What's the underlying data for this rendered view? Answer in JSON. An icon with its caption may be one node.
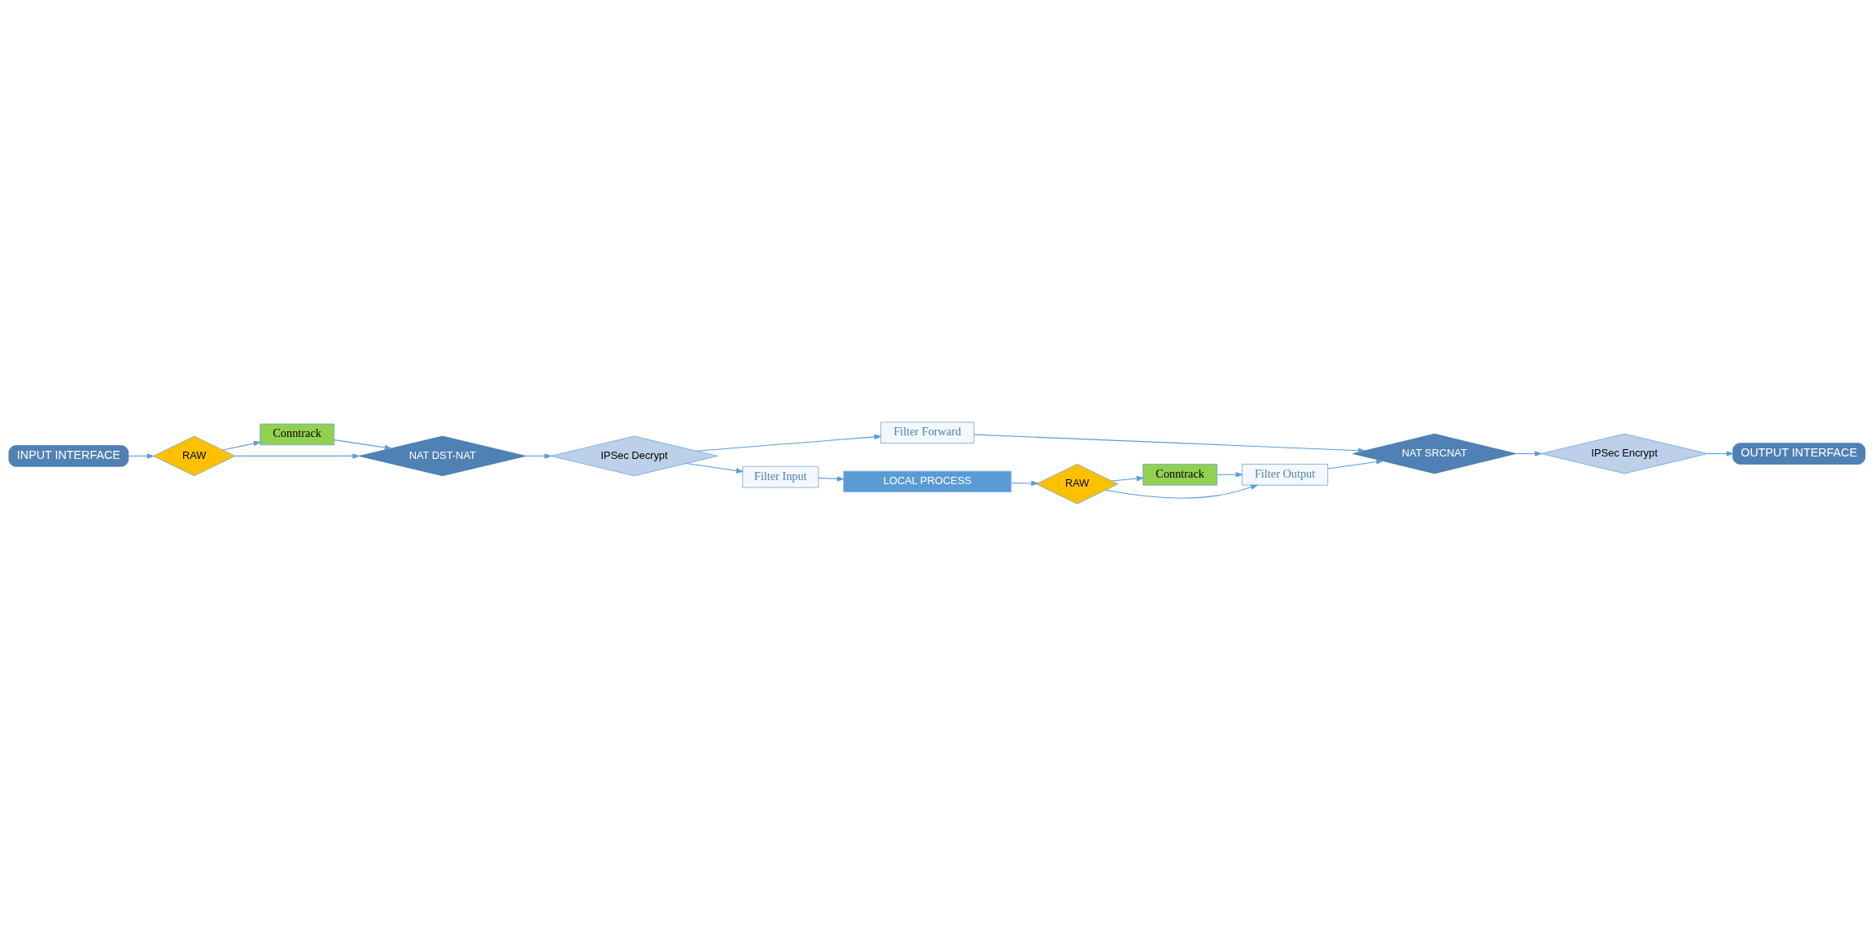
{
  "diagram": {
    "nodes": [
      {
        "text": [
          "INPUT INTERFACE"
        ]
      },
      {
        "text": [
          "RAW"
        ]
      },
      {
        "text": [
          "Conntrack"
        ]
      },
      {
        "text": [
          "NAT DST-NAT"
        ]
      },
      {
        "text": [
          "IPSec Decrypt"
        ]
      },
      {
        "text": [
          "Filter Forward"
        ]
      },
      {
        "text": [
          "Filter Input"
        ]
      },
      {
        "text": [
          "LOCAL PROCESS"
        ]
      },
      {
        "text": [
          "RAW"
        ]
      },
      {
        "text": [
          "Conntrack"
        ]
      },
      {
        "text": [
          "Filter Output"
        ]
      },
      {
        "text": [
          "NAT SRCNAT"
        ]
      },
      {
        "text": [
          "IPSec Encrypt"
        ]
      },
      {
        "text": [
          "OUTPUT INTERFACE"
        ]
      }
    ],
    "edges": [
      {
        "from": 0,
        "to": 1,
        "arrow": "to"
      },
      {
        "from": 1,
        "to": 2,
        "arrow": "to"
      },
      {
        "from": 1,
        "to": 3,
        "arrow": "to"
      },
      {
        "from": 2,
        "to": 3,
        "arrow": "to"
      },
      {
        "from": 3,
        "to": 4,
        "arrow": "to"
      },
      {
        "from": 4,
        "to": 5,
        "arrow": "to"
      },
      {
        "from": 4,
        "to": 6,
        "arrow": "to"
      },
      {
        "from": 6,
        "to": 7,
        "arrow": "to"
      },
      {
        "from": 7,
        "to": 8,
        "arrow": "to"
      },
      {
        "from": 8,
        "to": 9,
        "arrow": "to"
      },
      {
        "from": 8,
        "to": 10,
        "arrow": "to"
      },
      {
        "from": 9,
        "to": 10,
        "arrow": "to"
      },
      {
        "from": 5,
        "to": 11,
        "arrow": "to"
      },
      {
        "from": 10,
        "to": 11,
        "arrow": "to"
      },
      {
        "from": 11,
        "to": 12,
        "arrow": "to"
      },
      {
        "from": 12,
        "to": 13,
        "arrow": "to"
      }
    ]
  }
}
